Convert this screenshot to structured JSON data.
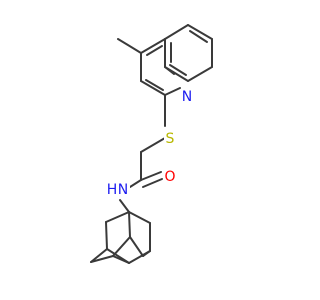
{
  "molecule": {
    "atoms": {
      "sulfur": "S",
      "quinoline_nitrogen": "N",
      "carbonyl_oxygen": "O",
      "amide_nitrogen": "N",
      "amide_hydrogen": "H"
    }
  },
  "colors": {
    "bond": "#3a3a3a",
    "sulfur": "#b8b800",
    "nitrogen": "#1c1cf0",
    "oxygen": "#ff0000",
    "background": "#ffffff"
  }
}
